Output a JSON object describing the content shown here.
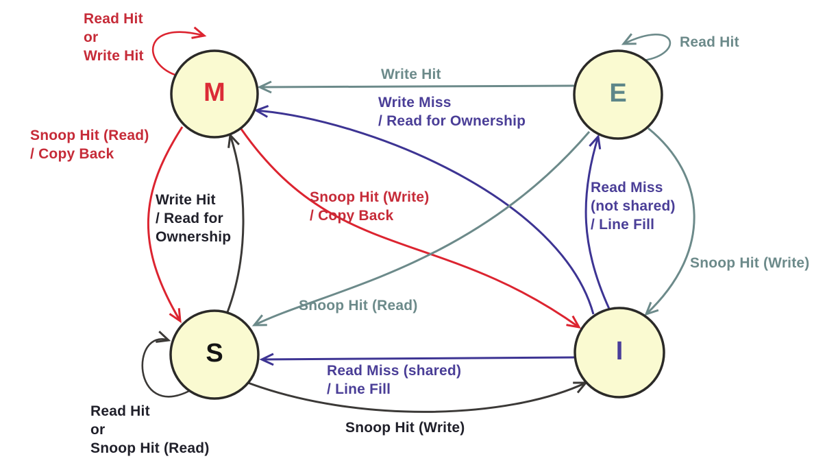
{
  "diagram_type": "MESI cache-coherence state machine",
  "colors": {
    "node_fill": "#FAFAD1",
    "node_border": "#2B2A28",
    "red_text": "#C62B38",
    "red_arrow": "#DC2430",
    "gray": "#6C8A8A",
    "purple_text": "#4A3E97",
    "purple_arrow": "#3D3493",
    "black_text": "#20202A",
    "black_arrow": "#3B3937",
    "letter_m": "#DB2B36",
    "letter_e": "#5D8689",
    "letter_s": "#141414",
    "letter_i": "#4A3E9B"
  },
  "nodes": {
    "M": {
      "letter": "M",
      "color": "red"
    },
    "E": {
      "letter": "E",
      "color": "gray"
    },
    "S": {
      "letter": "S",
      "color": "black"
    },
    "I": {
      "letter": "I",
      "color": "purple"
    }
  },
  "edges": {
    "m_self": {
      "from": "M",
      "to": "M",
      "color": "red",
      "label": "Read Hit\nor\nWrite Hit"
    },
    "e_self": {
      "from": "E",
      "to": "E",
      "color": "gray",
      "label": "Read Hit"
    },
    "e_to_m": {
      "from": "E",
      "to": "M",
      "color": "gray",
      "label": "Write Hit"
    },
    "i_to_m": {
      "from": "I",
      "to": "M",
      "color": "purple",
      "label": "Write Miss\n/ Read for Ownership"
    },
    "m_to_s": {
      "from": "M",
      "to": "S",
      "color": "red",
      "label": "Snoop Hit (Read)\n/ Copy Back"
    },
    "s_to_m": {
      "from": "S",
      "to": "M",
      "color": "black",
      "label": "Write Hit\n/ Read for\nOwnership"
    },
    "m_to_i": {
      "from": "M",
      "to": "I",
      "color": "red",
      "label": "Snoop Hit (Write)\n/ Copy Back"
    },
    "i_to_e": {
      "from": "I",
      "to": "E",
      "color": "purple",
      "label": "Read Miss\n(not shared)\n/ Line Fill"
    },
    "e_to_i": {
      "from": "E",
      "to": "I",
      "color": "gray",
      "label": "Snoop Hit (Write)"
    },
    "e_to_s": {
      "from": "E",
      "to": "S",
      "color": "gray",
      "label": "Snoop Hit (Read)"
    },
    "i_to_s": {
      "from": "I",
      "to": "S",
      "color": "purple",
      "label": "Read Miss (shared)\n/ Line Fill"
    },
    "s_to_i": {
      "from": "S",
      "to": "I",
      "color": "black",
      "label": "Snoop Hit (Write)"
    },
    "s_self": {
      "from": "S",
      "to": "S",
      "color": "black",
      "label": "Read Hit\nor\nSnoop Hit (Read)"
    }
  }
}
